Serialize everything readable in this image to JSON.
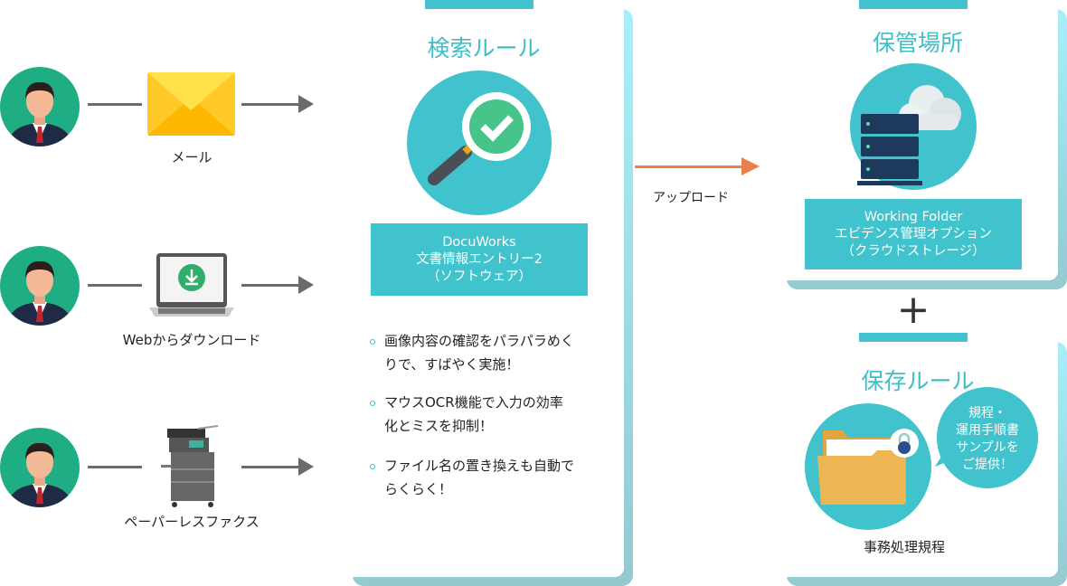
{
  "sources": [
    {
      "label": "メール",
      "icon": "envelope-icon"
    },
    {
      "label": "Webからダウンロード",
      "icon": "laptop-download-icon"
    },
    {
      "label": "ペーパーレスファクス",
      "icon": "multifunction-printer-icon"
    }
  ],
  "search_rule": {
    "title": "検索ルール",
    "product_lines": [
      "DocuWorks",
      "文書情報エントリー2",
      "（ソフトウェア）"
    ],
    "bullets": [
      [
        "画像内容の確認をパラパラめく",
        "りで、すばやく実施！"
      ],
      [
        "マウスOCR機能で入力の効率",
        "化とミスを抑制！"
      ],
      [
        "ファイル名の置き換えも自動で",
        "らくらく！"
      ]
    ]
  },
  "upload_label": "アップロード",
  "storage": {
    "title": "保管場所",
    "product_lines": [
      "Working Folder",
      "エビデンス管理オプション",
      "（クラウドストレージ）"
    ]
  },
  "plus": "+",
  "retention": {
    "title": "保存ルール",
    "bubble_lines": [
      "規程・",
      "運用手順書",
      "サンプルを",
      "ご提供！"
    ],
    "caption": "事務処理規程"
  },
  "colors": {
    "accent": "#40c3cc",
    "arrow": "#e8804a",
    "person_bg": "#1fae84"
  }
}
